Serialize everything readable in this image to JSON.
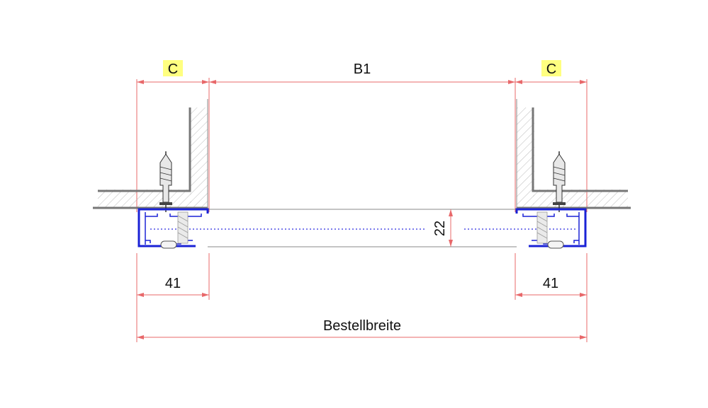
{
  "dimensions": {
    "c_left": "C",
    "b1": "B1",
    "c_right": "C",
    "height": "22",
    "profile_left": "41",
    "profile_right": "41",
    "order_width": "Bestellbreite"
  },
  "colors": {
    "dimension_line": "#e8686a",
    "frame": "#1a22d6",
    "wall": "#777777",
    "label_highlight": "#ffff80"
  }
}
